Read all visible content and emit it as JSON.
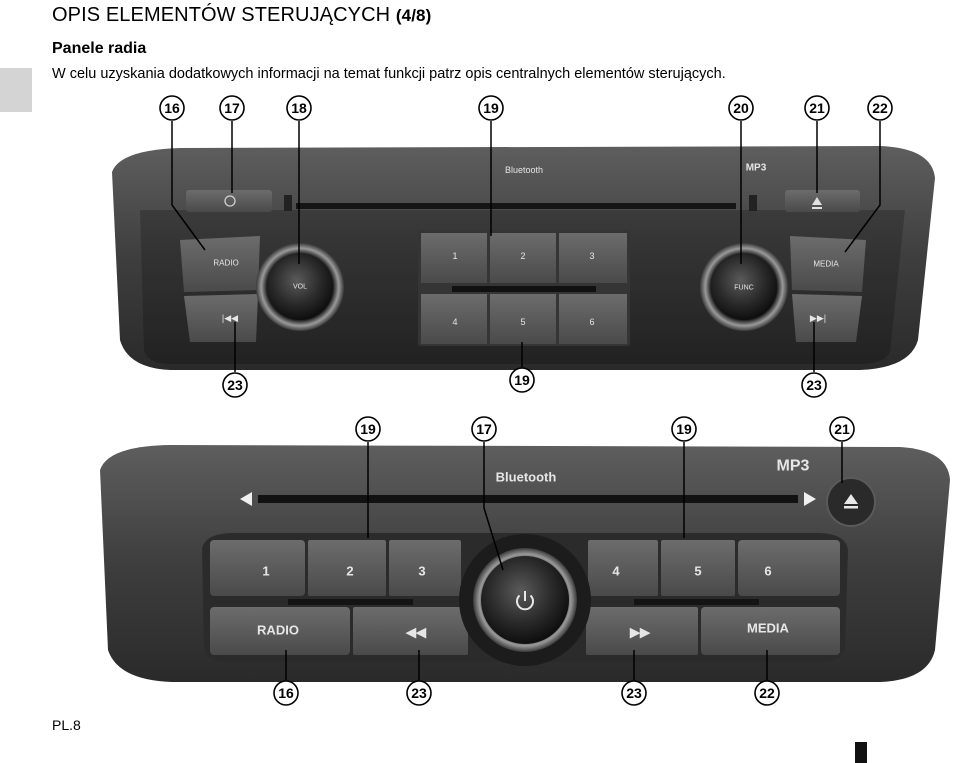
{
  "header": {
    "title": "OPIS ELEMENTÓW STERUJĄCYCH",
    "part": "(4/8)",
    "subtitle": "Panele radia",
    "intro": "W celu uzyskania dodatkowych informacji na temat funkcji patrz opis centralnych elementów sterujących."
  },
  "figure1": {
    "callouts_top": [
      "16",
      "17",
      "18",
      "19",
      "20",
      "21",
      "22"
    ],
    "callouts_bottom": [
      "23",
      "19",
      "23"
    ],
    "labels": {
      "bluetooth": "Bluetooth",
      "mp3": "MP3",
      "radio": "RADIO",
      "media": "MEDIA",
      "knob_left": "VOL",
      "knob_right": "FUNC",
      "presets": [
        "1",
        "2",
        "3",
        "4",
        "5",
        "6"
      ]
    }
  },
  "figure2": {
    "callouts_top": [
      "19",
      "17",
      "19",
      "21"
    ],
    "callouts_bottom": [
      "16",
      "23",
      "23",
      "22"
    ],
    "labels": {
      "bluetooth": "Bluetooth",
      "mp3": "MP3",
      "radio": "RADIO",
      "media": "MEDIA",
      "presets": [
        "1",
        "2",
        "3",
        "4",
        "5",
        "6"
      ]
    }
  },
  "footer": {
    "page": "PL.8"
  }
}
